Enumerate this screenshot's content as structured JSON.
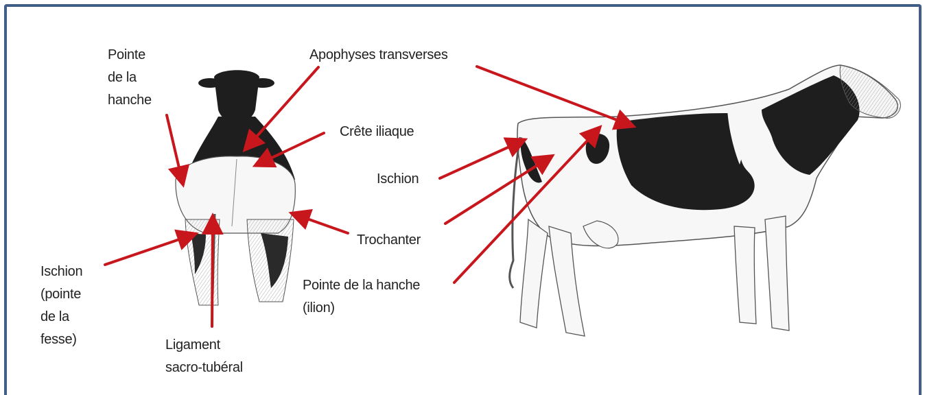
{
  "colors": {
    "frame": "#3f5f89",
    "arrow": "#c8161d",
    "text": "#222222",
    "coat_black": "#1e1e1e",
    "coat_white": "#f7f7f7",
    "outline": "#555555"
  },
  "labels": {
    "pointe_hanche_rear": [
      "Pointe",
      "de la",
      "hanche"
    ],
    "apophyses": "Apophyses transverses",
    "crete": "Crête iliaque",
    "ischion_side": "Ischion",
    "trochanter": "Trochanter",
    "pointe_hanche_side": [
      "Pointe de la hanche",
      "(ilion)"
    ],
    "ischion_rear": [
      "Ischion",
      "(pointe",
      "de la",
      "fesse)"
    ],
    "ligament": [
      "Ligament",
      "sacro-tubéral"
    ]
  },
  "illustrations": {
    "rear_view": "cow-rear-view-icon",
    "side_view": "cow-side-view-icon"
  }
}
